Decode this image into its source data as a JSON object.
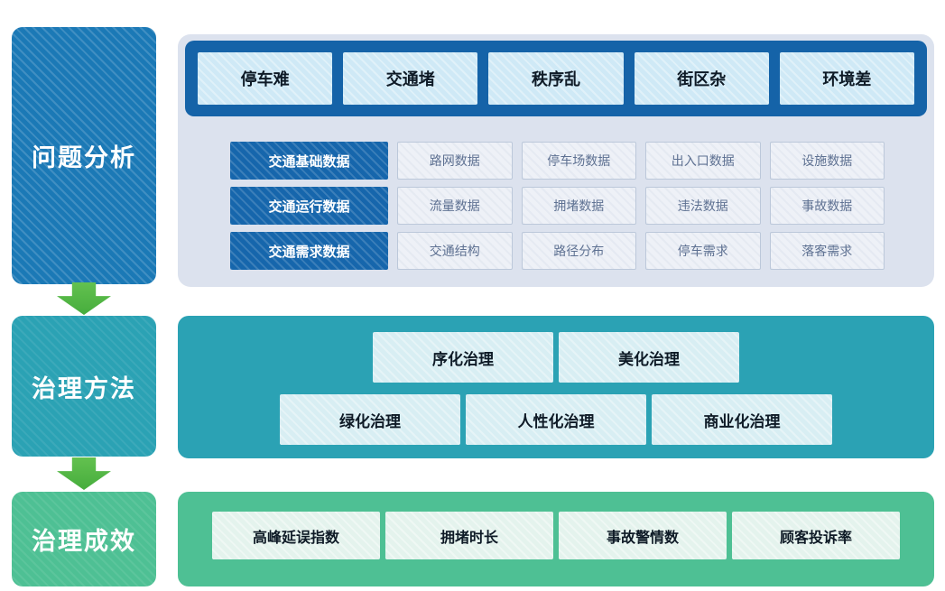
{
  "stages": [
    {
      "label": "问题分析"
    },
    {
      "label": "治理方法"
    },
    {
      "label": "治理成效"
    }
  ],
  "problem_panel": {
    "problems": [
      "停车难",
      "交通堵",
      "秩序乱",
      "街区杂",
      "环境差"
    ],
    "rows": [
      {
        "category": "交通基础数据",
        "items": [
          "路网数据",
          "停车场数据",
          "出入口数据",
          "设施数据"
        ]
      },
      {
        "category": "交通运行数据",
        "items": [
          "流量数据",
          "拥堵数据",
          "违法数据",
          "事故数据"
        ]
      },
      {
        "category": "交通需求数据",
        "items": [
          "交通结构",
          "路径分布",
          "停车需求",
          "落客需求"
        ]
      }
    ]
  },
  "methods_panel": {
    "row1": [
      "序化治理",
      "美化治理"
    ],
    "row2": [
      "绿化治理",
      "人性化治理",
      "商业化治理"
    ]
  },
  "metrics_panel": {
    "items": [
      "高峰延误指数",
      "拥堵时长",
      "事故警情数",
      "顾客投诉率"
    ]
  },
  "colors": {
    "stage_blue": "#1b79b6",
    "bar_blue": "#1563a8",
    "category_blue": "#1666ac",
    "panel_gray": "#dce2ee",
    "teal": "#2ba2b4",
    "green": "#4ec094",
    "arrow_green": "#46ad3d",
    "problem_box": "#cfe9f6",
    "item_box": "#eef1f7",
    "item_border": "#bcc8da",
    "item_text": "#5e7192",
    "method_box": "#d8eef3",
    "metric_box": "#e4f3ed"
  }
}
